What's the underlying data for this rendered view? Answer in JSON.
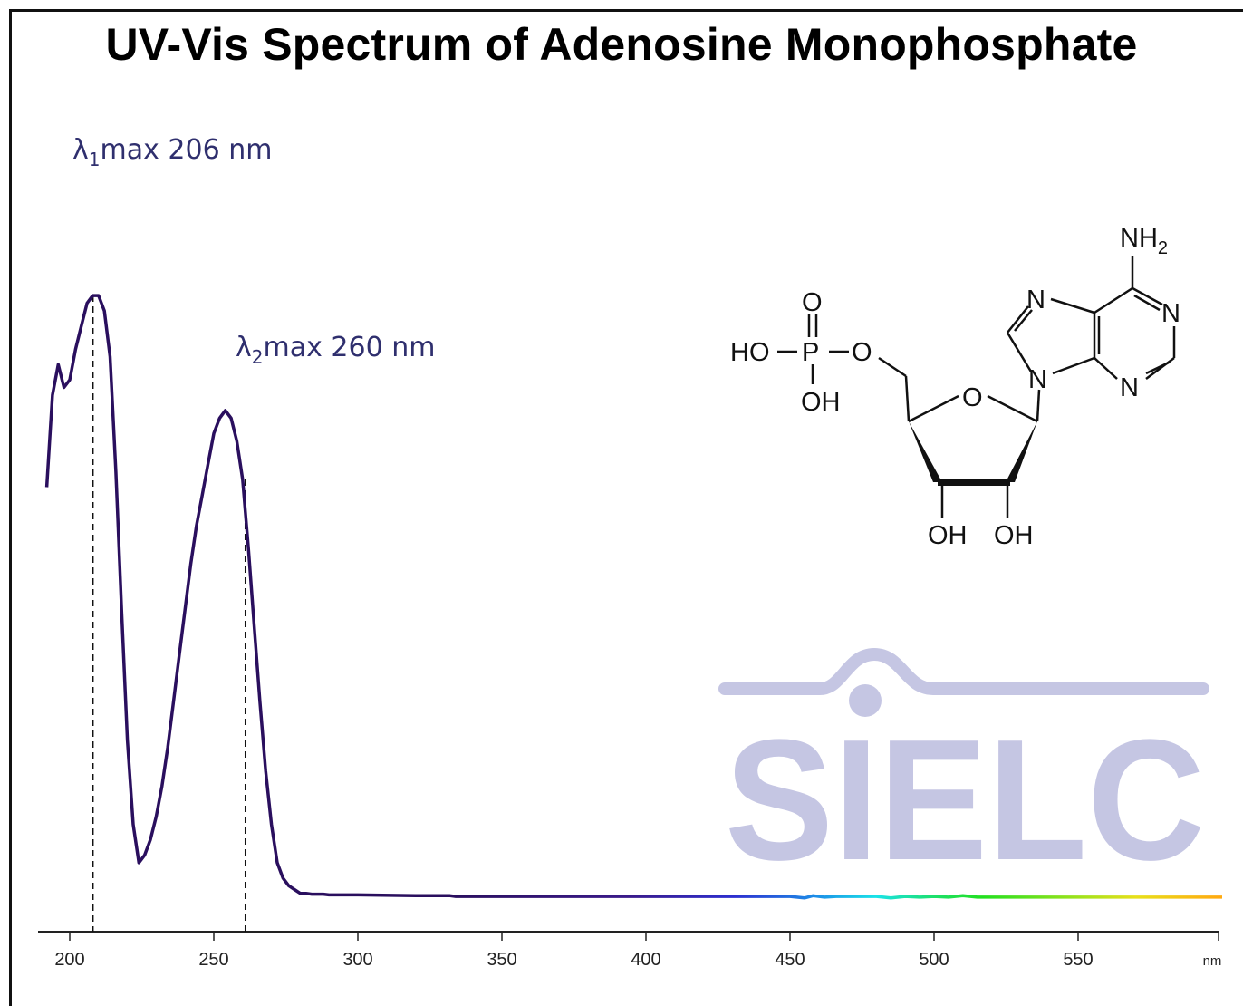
{
  "title": "UV-Vis Spectrum of Adenosine Monophosphate",
  "annotations": {
    "peak1": {
      "lambda": "λ",
      "sub": "1",
      "text": "max  206 nm"
    },
    "peak2": {
      "lambda": "λ",
      "sub": "2",
      "text": "max  260 nm"
    }
  },
  "molecule": {
    "name_hidden": false,
    "labels": {
      "nh2_n": "NH",
      "nh2_sub": "2",
      "n_top": "N",
      "n_right": "N",
      "n_bottom": "N",
      "n_ring": "N",
      "o_ring": "O",
      "o_link": "O",
      "o_dbl": "O",
      "p": "P",
      "ho": "HO",
      "oh_p": "OH",
      "oh_left": "OH",
      "oh_right": "OH"
    }
  },
  "watermark": {
    "text": "SIELC",
    "color": "#c5c6e3"
  },
  "colors": {
    "line_uv": "#2a0f5e",
    "axis": "#222222",
    "dash": "#111111",
    "label": "#2f2f6e"
  },
  "chart_data": {
    "type": "line",
    "title": "UV-Vis Spectrum of Adenosine Monophosphate",
    "xlabel": "nm",
    "ylabel": "",
    "xlim": [
      190,
      600
    ],
    "ylim": [
      0,
      1.05
    ],
    "x_ticks": [
      200,
      250,
      300,
      350,
      400,
      450,
      500,
      550
    ],
    "grid": false,
    "series": [
      {
        "x": [
          192,
          194,
          196,
          198,
          200,
          202,
          204,
          206,
          208,
          210,
          212,
          214,
          216,
          218,
          220,
          222,
          224,
          226,
          228,
          230,
          232,
          234,
          236,
          238,
          240,
          242,
          244,
          246,
          248,
          250,
          252,
          254,
          256,
          258,
          260,
          262,
          264,
          266,
          268,
          270,
          272,
          274,
          276,
          278,
          280,
          282,
          284,
          286,
          288,
          290,
          292,
          294,
          296,
          300,
          320,
          332,
          334,
          350,
          400,
          450,
          455,
          458,
          462,
          466,
          470,
          480,
          485,
          490,
          495,
          500,
          505,
          510,
          515,
          520,
          550,
          600
        ],
        "y": [
          0.58,
          0.7,
          0.74,
          0.71,
          0.72,
          0.76,
          0.79,
          0.82,
          0.83,
          0.83,
          0.81,
          0.75,
          0.6,
          0.42,
          0.25,
          0.14,
          0.09,
          0.1,
          0.12,
          0.15,
          0.19,
          0.24,
          0.3,
          0.36,
          0.42,
          0.48,
          0.53,
          0.57,
          0.61,
          0.65,
          0.67,
          0.68,
          0.67,
          0.64,
          0.59,
          0.5,
          0.4,
          0.3,
          0.21,
          0.14,
          0.09,
          0.07,
          0.06,
          0.055,
          0.05,
          0.05,
          0.049,
          0.049,
          0.049,
          0.048,
          0.048,
          0.048,
          0.048,
          0.048,
          0.047,
          0.047,
          0.046,
          0.046,
          0.046,
          0.046,
          0.044,
          0.047,
          0.045,
          0.046,
          0.046,
          0.046,
          0.044,
          0.046,
          0.045,
          0.046,
          0.045,
          0.047,
          0.045,
          0.045,
          0.045,
          0.045
        ]
      }
    ],
    "peaks": [
      206,
      260
    ],
    "legend": "none"
  }
}
